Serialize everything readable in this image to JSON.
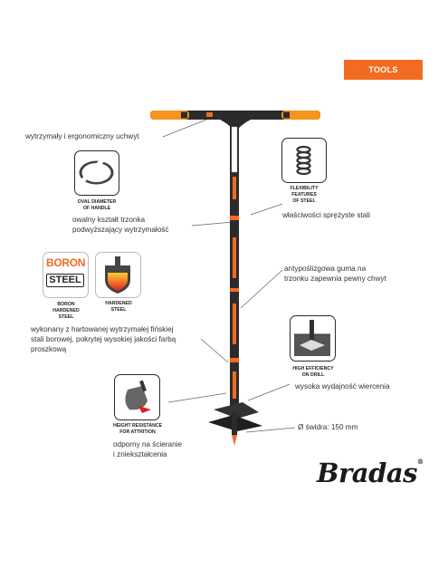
{
  "header": {
    "tools_label": "TOOLS"
  },
  "brand": {
    "name": "Bradas",
    "registered_mark": "®"
  },
  "colors": {
    "accent": "#f26b21",
    "dark": "#2b2b2b"
  },
  "features": {
    "handle": {
      "text": "wytrzymały i ergonomiczny uchwyt"
    },
    "oval": {
      "caption_line1": "OVAL DIAMETER",
      "caption_line2": "OF HANDLE",
      "text_line1": "owalny kształt trzonka",
      "text_line2": "podwyższający wytrzymałość",
      "icon": "oval-tube-icon"
    },
    "flex": {
      "caption_line1": "FLEXIBILITY",
      "caption_line2": "FEATURES",
      "caption_line3": "OF STEEL",
      "text": "właściwości sprężyste stali",
      "icon": "spring-icon"
    },
    "boron": {
      "badge_line1": "BORON",
      "badge_line2": "STEEL",
      "caption_line1": "BORON",
      "caption_line2": "HARDENED",
      "caption_line3": "STEEL",
      "icon": "boron-steel-icon"
    },
    "hardened": {
      "caption_line1": "HARDENED",
      "caption_line2": "STEEL",
      "icon": "hardened-blade-icon"
    },
    "steel_desc": {
      "line1": "wykonany z hartowanej wytrzymałej fińskiej",
      "line2": "stali borowej, pokrytej wysokiej jakości farbą",
      "line3": "proszkową"
    },
    "grip": {
      "line1": "antypoślizgowa guma na",
      "line2": "trzonku zapewnia pewny chwyt"
    },
    "drill": {
      "caption_line1": "HIGH EFFICIENCY",
      "caption_line2": "ON DRILL",
      "text": "wysoka wydajność wiercenia",
      "icon": "drill-efficiency-icon"
    },
    "attrition": {
      "caption_line1": "HEIGHT RESISTANCE",
      "caption_line2": "FOR ATTRITION",
      "text_line1": "odporny na ścieranie",
      "text_line2": "i zniekształcenia",
      "icon": "shovel-wear-icon"
    },
    "diameter": {
      "text": "Ø świdra: 150 mm"
    }
  }
}
